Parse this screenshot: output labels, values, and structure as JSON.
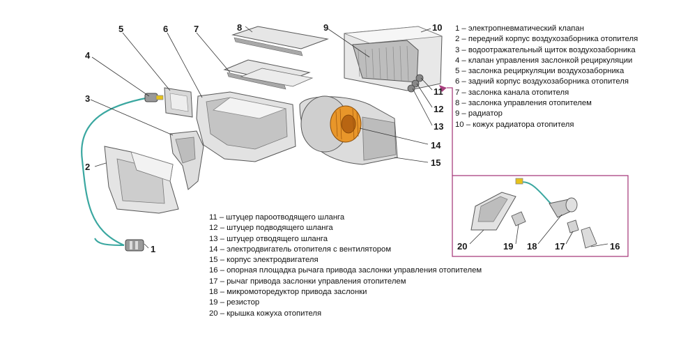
{
  "callouts": {
    "c1": "1",
    "c2": "2",
    "c3": "3",
    "c4": "4",
    "c5": "5",
    "c6": "6",
    "c7": "7",
    "c8": "8",
    "c9": "9",
    "c10": "10",
    "c11": "11",
    "c12": "12",
    "c13": "13",
    "c14": "14",
    "c15": "15",
    "c16": "16",
    "c17": "17",
    "c18": "18",
    "c19": "19",
    "c20": "20"
  },
  "legend_right": [
    "1 – электропневматический клапан",
    "2 – передний корпус воздухозаборника отопителя",
    "3 – водоотражательный щиток воздухозаборника",
    "4 – клапан управления заслонкой рециркуляции",
    "5 – заслонка рециркуляции воздухозаборника",
    "6 – задний корпус воздухозаборника отопителя",
    "7 – заслонка канала отопителя",
    "8 – заслонка управления отопителем",
    "9 – радиатор",
    "10 – кожух радиатора отопителя"
  ],
  "legend_bottom": [
    "11 – штуцер пароотводящего шланга",
    "12 – штуцер подводящего шланга",
    "13 – штуцер отводящего шланга",
    "14 – электродвигатель отопителя с вентилятором",
    "15 – корпус электродвигателя",
    "16 – опорная площадка рычага привода заслонки управления отопителем",
    "17 – рычаг привода заслонки управления отопителем",
    "18 – микромоторедуктор привода заслонки",
    "19 – резистор",
    "20 – крышка кожуха отопителя"
  ],
  "colors": {
    "part_light": "#e9e9e9",
    "part_mid": "#c8c8c8",
    "part_dark": "#8c8c8c",
    "outline": "#555555",
    "hose": "#3aa7a0",
    "motor_orange": "#e8962a",
    "inset_frame": "#a9407f",
    "valve_yellow": "#e6c21a"
  }
}
